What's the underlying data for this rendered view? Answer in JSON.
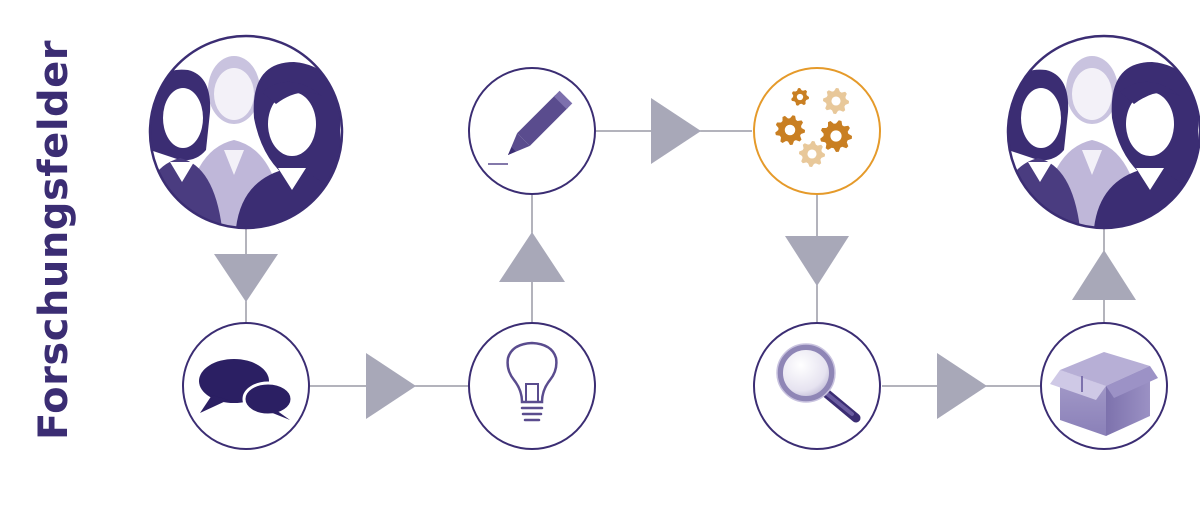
{
  "title": "Forschungsfelder",
  "colors": {
    "primary": "#3b2d73",
    "primary_mid": "#5a4c8e",
    "primary_light": "#bfb7d9",
    "connector": "#a8a8b8",
    "line": "#9a9aa6",
    "accent_orange": "#e59a2a",
    "gear_orange": "#c97f22",
    "gear_light": "#e8c89a"
  },
  "nodes": [
    {
      "id": "people-start",
      "icon": "people-group-icon"
    },
    {
      "id": "discussion",
      "icon": "speech-bubbles-icon"
    },
    {
      "id": "idea",
      "icon": "lightbulb-icon"
    },
    {
      "id": "design",
      "icon": "pencil-icon"
    },
    {
      "id": "process",
      "icon": "gears-icon"
    },
    {
      "id": "analysis",
      "icon": "magnifier-icon"
    },
    {
      "id": "product",
      "icon": "box-icon"
    },
    {
      "id": "people-end",
      "icon": "people-group-icon"
    }
  ]
}
